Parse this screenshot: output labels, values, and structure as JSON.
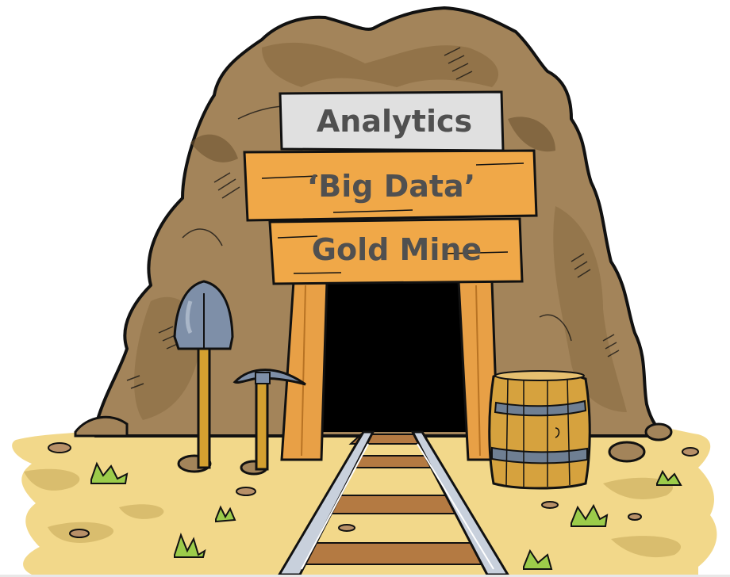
{
  "scene": {
    "description": "Cartoon mine entrance with wooden signs, tools, barrel and rail tracks",
    "colors": {
      "rock": "#a3845a",
      "rock_shadow": "#8a6c42",
      "rock_dark": "#6e5430",
      "ground": "#f2d88a",
      "ground_shadow": "#d9bd6e",
      "sign_top": "#e0e0e0",
      "sign_wood": "#f0a848",
      "beam": "#e8a046",
      "tunnel": "#000000",
      "tool_metal": "#7e8fa8",
      "tool_handle": "#d4a030",
      "barrel": "#d6a23e",
      "barrel_band": "#6f7f93",
      "rail": "#c8d0dc",
      "sleeper": "#b47a42",
      "grass": "#9ccc4a",
      "outline": "#111111",
      "text": "#505050"
    }
  },
  "signs": {
    "top": "Analytics",
    "middle": "‘Big Data’",
    "bottom": "Gold Mine"
  },
  "objects": {
    "shovel": "shovel-icon",
    "pickaxe": "pickaxe-icon",
    "barrel": "barrel-icon",
    "tracks": "rail-tracks",
    "tunnel": "mine-tunnel"
  }
}
